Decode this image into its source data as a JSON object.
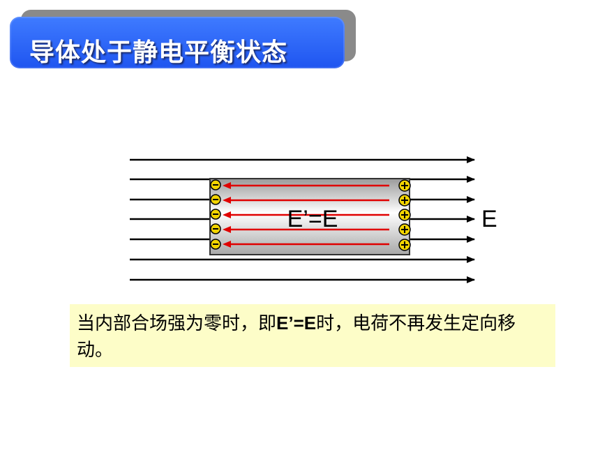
{
  "title": "导体处于静电平衡状态",
  "diagram": {
    "inner_field_label": "E’=E",
    "outer_field_label": "E",
    "negative_sign": "-",
    "positive_sign": "+",
    "colors": {
      "external_field": "#000000",
      "induced_field": "#e00000",
      "charge_fill": "#f2d400",
      "title_box": "#2a63f6",
      "caption_bg": "#fdfdc8"
    }
  },
  "caption": {
    "part1": "当内部合场强为零时，即",
    "formula": "E’=E",
    "part2": "时，电荷不再发生定向移动。"
  }
}
